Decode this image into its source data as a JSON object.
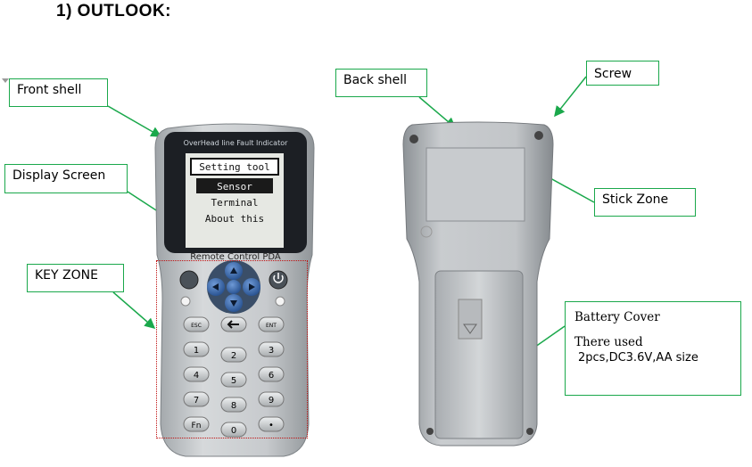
{
  "heading": "1) OUTLOOK:",
  "labels": {
    "front_shell": "Front shell",
    "display_screen": "Display Screen",
    "key_zone": "KEY ZONE",
    "back_shell": "Back shell",
    "screw": "Screw",
    "stick_zone": "Stick Zone",
    "battery_title": "Battery Cover",
    "battery_line1": "There used",
    "battery_line2": "2pcs,DC3.6V,AA size"
  },
  "device": {
    "top_label": "OverHead line Fault Indicator",
    "bottom_label": "Remote Control PDA",
    "menu": {
      "title": "Setting tool",
      "items": [
        "Sensor",
        "Terminal",
        "About this"
      ]
    },
    "keys": {
      "esc": "ESC",
      "ent": "ENT",
      "digits": [
        "1",
        "2",
        "3",
        "4",
        "5",
        "6",
        "7",
        "8",
        "9"
      ],
      "fn": "Fn",
      "zero": "0",
      "dot": "•"
    }
  },
  "colors": {
    "callout_border": "#1aa84b",
    "arrow": "#1aa84b",
    "keyzone_border": "#c01010",
    "shell": "#bfc3c6",
    "nav_keys": "#2f5fa3"
  }
}
